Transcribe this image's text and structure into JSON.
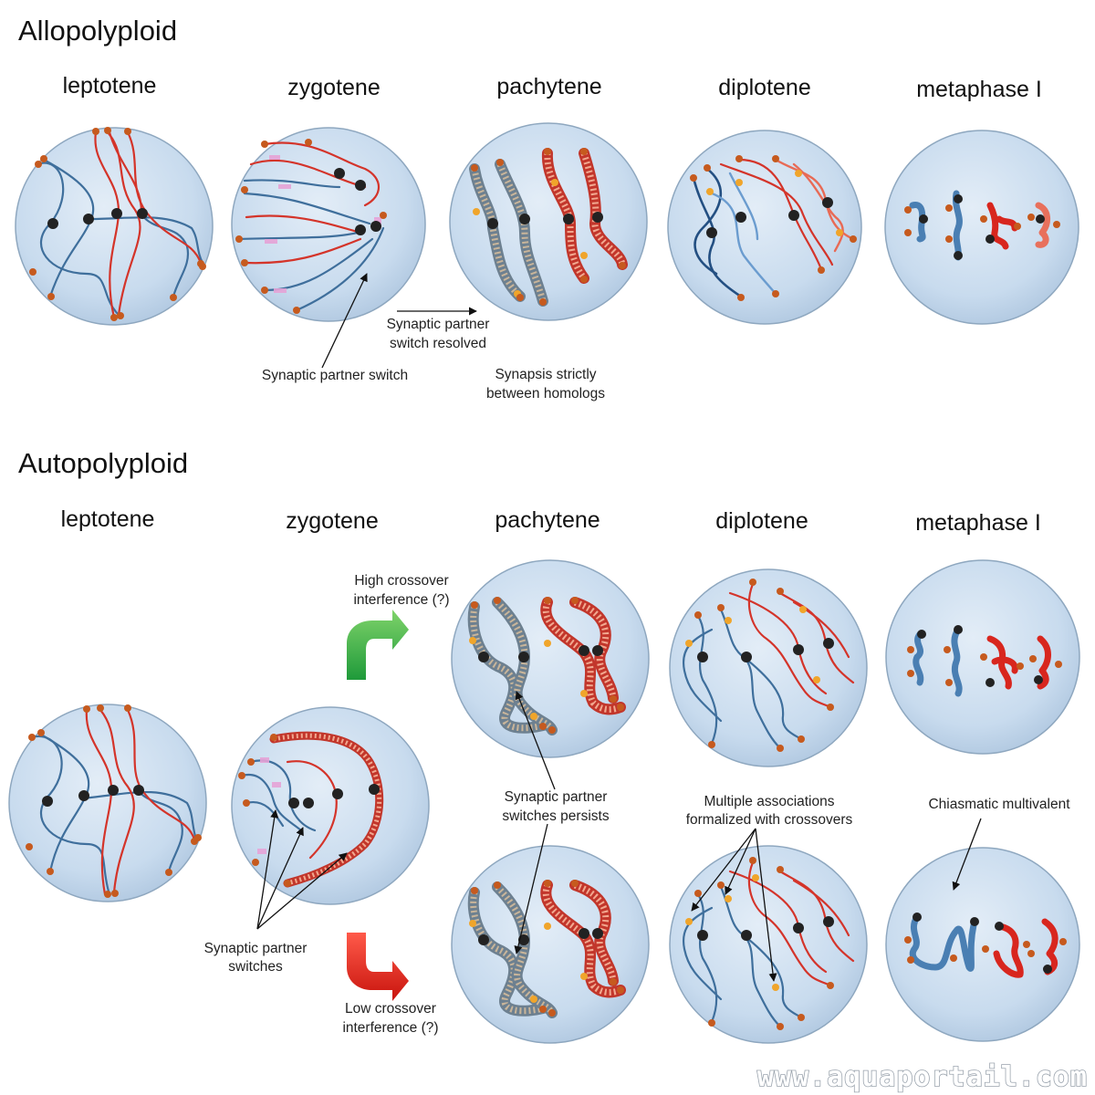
{
  "sections": {
    "allo": {
      "title": "Allopolyploid",
      "stages": [
        "leptotene",
        "zygotene",
        "pachytene",
        "diplotene",
        "metaphase I"
      ]
    },
    "auto": {
      "title": "Autopolyploid",
      "stages": [
        "leptotene",
        "zygotene",
        "pachytene",
        "diplotene",
        "metaphase I"
      ]
    }
  },
  "annotations": {
    "switch_resolved": [
      "Synaptic partner",
      "switch resolved"
    ],
    "partner_switch": "Synaptic partner switch",
    "strict": [
      "Synapsis strictly",
      "between homologs"
    ],
    "high_co": [
      "High crossover",
      "interference (?)"
    ],
    "low_co": [
      "Low crossover",
      "interference (?)"
    ],
    "switches": [
      "Synaptic partner",
      "switches"
    ],
    "persists": [
      "Synaptic partner",
      "switches persists"
    ],
    "multiple": [
      "Multiple associations",
      "formalized with crossovers"
    ],
    "chiasmatic": "Chiasmatic multivalent"
  },
  "watermark": "www.aquaportail.com",
  "colors": {
    "chromosome_blue": "#3f6f9c",
    "chromosome_red": "#d4342a",
    "cell_fill": "#c9dcef",
    "arrow_green": "#3daa3d",
    "arrow_red": "#e02b20"
  }
}
